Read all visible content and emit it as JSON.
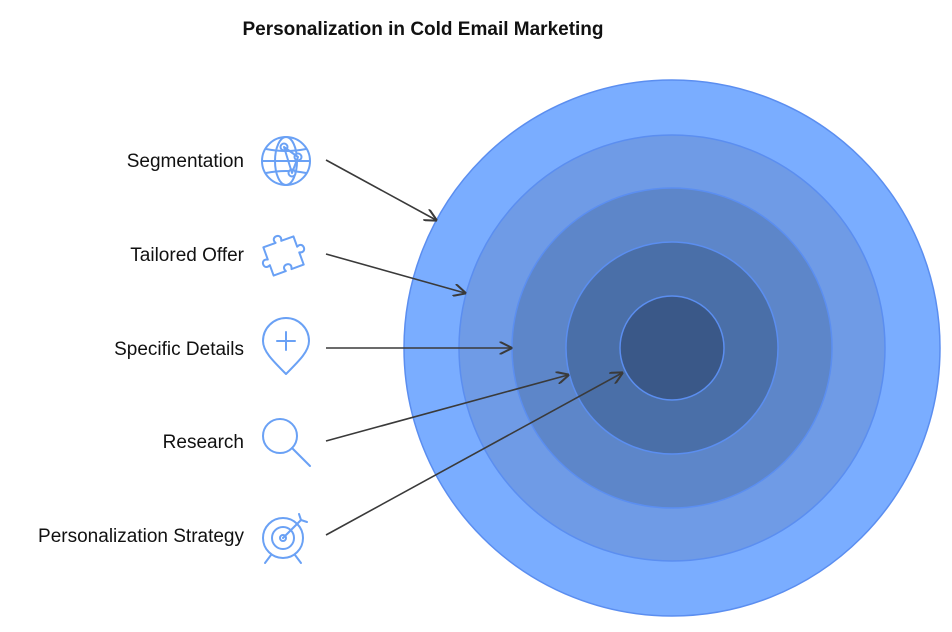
{
  "title": "Personalization in Cold Email Marketing",
  "colors": {
    "ring_fills": [
      "#7aadff",
      "#6f9be6",
      "#5d86c9",
      "#4a6fa8",
      "#3a5888"
    ],
    "ring_stroke": "#5b8ef0",
    "icon_stroke": "#6aa1f5",
    "arrow": "#3a3a3a"
  },
  "items": [
    {
      "label": "Segmentation",
      "icon": "globe-network-icon"
    },
    {
      "label": "Tailored Offer",
      "icon": "puzzle-piece-icon"
    },
    {
      "label": "Specific Details",
      "icon": "map-pin-plus-icon"
    },
    {
      "label": "Research",
      "icon": "magnifier-icon"
    },
    {
      "label": "Personalization Strategy",
      "icon": "target-dart-icon"
    }
  ]
}
